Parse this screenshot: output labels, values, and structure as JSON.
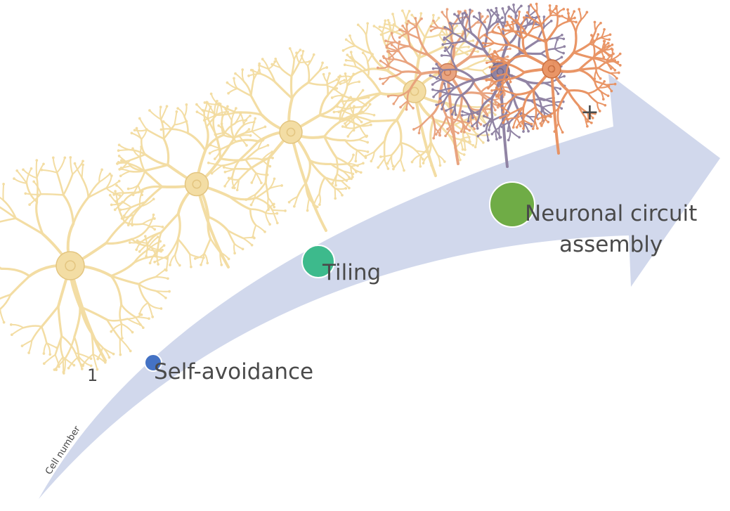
{
  "axis_label": "Cell number",
  "start_count": "1",
  "more_symbol": "+",
  "stages": [
    {
      "label": "Self-avoidance",
      "color": "#4472c4"
    },
    {
      "label": "Tiling",
      "color": "#3dba8c"
    },
    {
      "label": "Neuronal circuit assembly",
      "label_line1": "Neuronal circuit",
      "label_line2": "assembly",
      "color": "#6fac46"
    }
  ],
  "colors": {
    "arrow": "#d1d8ec",
    "neuron_yellow": "#f3dca0",
    "neuron_yellow_edge": "#e2c27a",
    "neuron_orange": "#e8a07a",
    "neuron_purple": "#8c7ea0",
    "neuron_salmon": "#e8905e"
  }
}
